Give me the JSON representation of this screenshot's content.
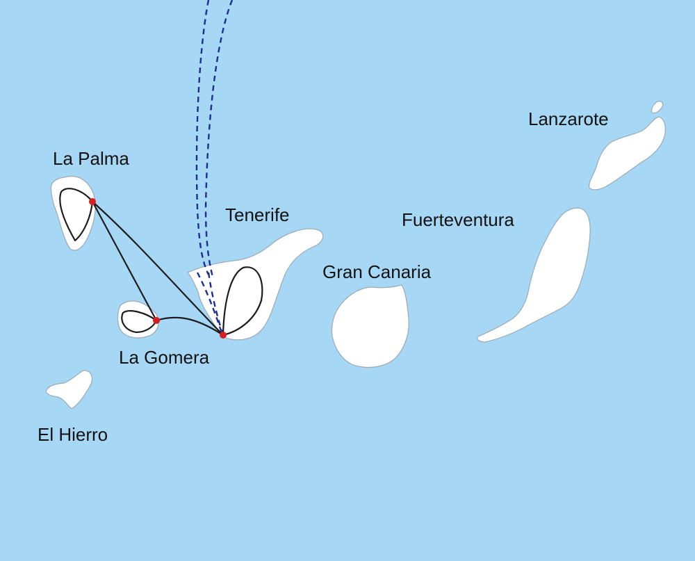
{
  "colors": {
    "sea": "#a6d8f5",
    "land": "#ffffff",
    "route": "#1b1b1b",
    "long_route": "#1a2d96",
    "port": "#d81e1e"
  },
  "islands": {
    "la_palma": "La Palma",
    "la_gomera": "La Gomera",
    "el_hierro": "El Hierro",
    "tenerife": "Tenerife",
    "gran_canaria": "Gran Canaria",
    "fuerteventura": "Fuerteventura",
    "lanzarote": "Lanzarote"
  },
  "routes": {
    "solid": "ferry-routes",
    "dashed": "long-distance-routes"
  }
}
